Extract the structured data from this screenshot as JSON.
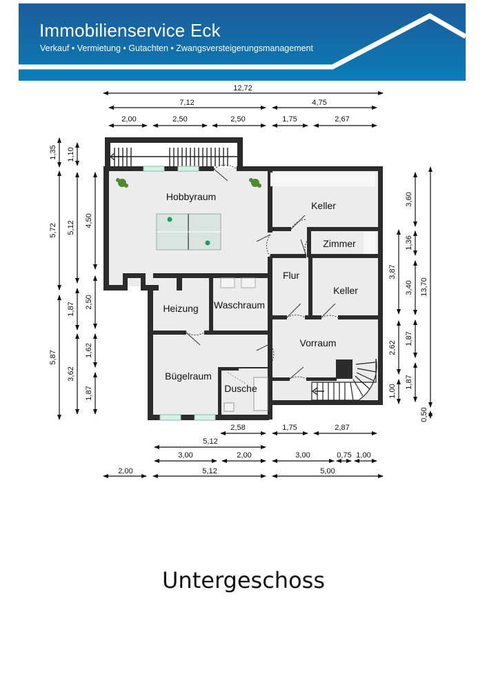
{
  "header": {
    "company_name": "Immobilienservice Eck",
    "tagline": "Verkauf • Vermietung • Gutachten • Zwangsversteigerungsmanagement",
    "colors": {
      "banner_top": "#1c5d9c",
      "banner_bottom": "#0a7bb4",
      "roof_line": "#ffffff"
    }
  },
  "floor_title": "Untergeschoss",
  "rooms": {
    "hobbyraum": "Hobbyraum",
    "keller_top": "Keller",
    "zimmer": "Zimmer",
    "flur": "Flur",
    "keller_bottom": "Keller",
    "heizung": "Heizung",
    "waschraum": "Waschraum",
    "vorraum": "Vorraum",
    "buegelraum": "Bügelraum",
    "dusche": "Dusche"
  },
  "dimensions": {
    "top": {
      "total": "12,72",
      "left": "7,12",
      "right": "4,75",
      "seg1": "2,00",
      "seg2": "2,50",
      "seg3": "2,50",
      "seg4": "1,75",
      "seg5": "2,67"
    },
    "left": {
      "outer_a": "1,35",
      "outer_b": "5,72",
      "outer_c": "5,87",
      "mid_a": "1,10",
      "mid_b": "5,12",
      "mid_c": "1,87",
      "mid_d": "3,62",
      "inner_a": "4,50",
      "inner_b": "2,50",
      "inner_c": "1,62",
      "inner_d": "1,87"
    },
    "right": {
      "total": "13,70",
      "mid_a": "3,87",
      "mid_b": "2,62",
      "mid_c": "1,00",
      "inner_a": "3,60",
      "inner_b": "1,36",
      "inner_c": "3,40",
      "inner_d": "1,87",
      "inner_e": "1,87",
      "bottom": "0,50"
    },
    "bottom": {
      "row1_a": "2,58",
      "row1_b": "1,75",
      "row1_c": "2,87",
      "row2_a": "5,12",
      "row3_a": "3,00",
      "row3_b": "2,00",
      "row3_c": "3,00",
      "row3_d": "0,75",
      "row3_e": "1,00",
      "row4_a": "2,00",
      "row4_b": "5,12",
      "row4_c": "5,00"
    }
  }
}
